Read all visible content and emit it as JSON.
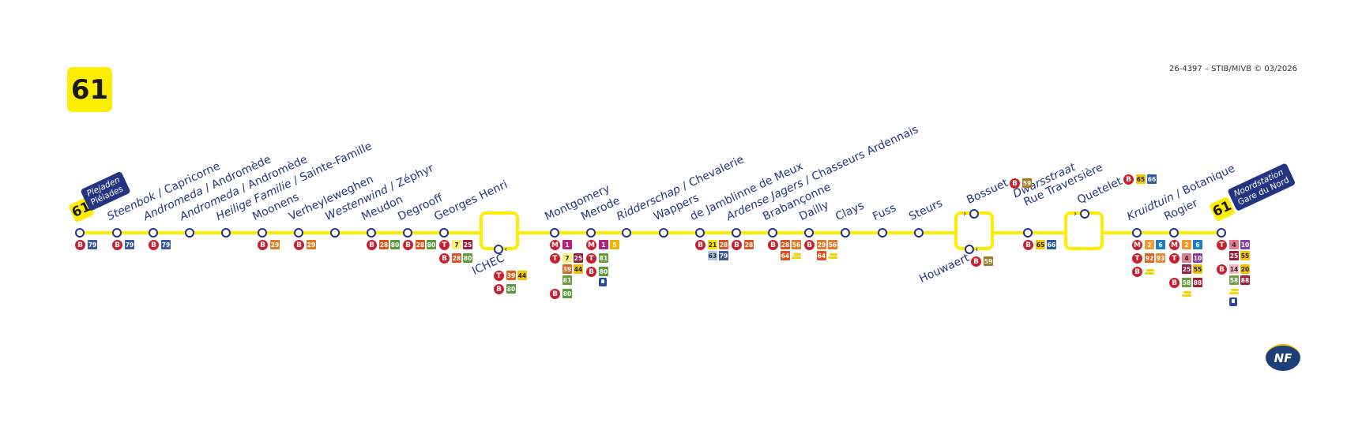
{
  "route_number": "61",
  "copyright": "26-4397 – STIB/MIVB © 03/2026",
  "certification_logo": "NF Service",
  "termini": {
    "start": {
      "nl": "Plejaden",
      "fr": "Pléiades"
    },
    "end": {
      "nl": "Noordstation",
      "fr": "Gare du Nord"
    }
  },
  "colors": {
    "line": "#ffed00",
    "text": "#233580",
    "mode": "#c8202f"
  },
  "line_colors": {
    "1": [
      "#b0247e",
      "#fff"
    ],
    "2": [
      "#f29a2e",
      "#fff"
    ],
    "4": [
      "#e07c8c",
      "#222"
    ],
    "5": [
      "#f0b400",
      "#fff"
    ],
    "6": [
      "#1a7ec1",
      "#fff"
    ],
    "7": [
      "#fff27a",
      "#222"
    ],
    "10": [
      "#8a3fa0",
      "#fff"
    ],
    "14": [
      "#f3b8c4",
      "#222"
    ],
    "20": [
      "#f5c400",
      "#222"
    ],
    "21": [
      "#f5e600",
      "#222"
    ],
    "25": [
      "#9c1c3c",
      "#fff"
    ],
    "28": [
      "#d9541e",
      "#fff"
    ],
    "29": [
      "#e07b2a",
      "#fff"
    ],
    "39": [
      "#e0621e",
      "#fff"
    ],
    "44": [
      "#f5c400",
      "#222"
    ],
    "55": [
      "#f5c400",
      "#222"
    ],
    "56": [
      "#e07b2a",
      "#fff"
    ],
    "58": [
      "#6aa040",
      "#fff"
    ],
    "59": [
      "#a07a20",
      "#fff"
    ],
    "63": [
      "#a9c6e8",
      "#222"
    ],
    "64": [
      "#d9541e",
      "#fff"
    ],
    "65": [
      "#f0c800",
      "#222"
    ],
    "66": [
      "#2b5aa0",
      "#fff"
    ],
    "79": [
      "#3d5a9e",
      "#fff"
    ],
    "80": [
      "#5a9a3a",
      "#fff"
    ],
    "81": [
      "#6a9a3a",
      "#fff"
    ],
    "88": [
      "#9c1c3c",
      "#fff"
    ],
    "92": [
      "#e0621e",
      "#fff"
    ],
    "93": [
      "#e88a2e",
      "#fff"
    ]
  },
  "stations": [
    {
      "nl": "",
      "fr": "",
      "rows": [
        {
          "mode": "B",
          "lines": [
            "79"
          ]
        }
      ]
    },
    {
      "nl": "Steenbok",
      "fr": "Capricorne",
      "rows": [
        {
          "mode": "B",
          "lines": [
            "79"
          ]
        }
      ]
    },
    {
      "nl": "Andromeda",
      "fr": "Andromède",
      "rows": [
        {
          "mode": "B",
          "lines": [
            "79"
          ]
        }
      ]
    },
    {
      "nl": "Andromeda",
      "fr": "Andromède",
      "rows": []
    },
    {
      "nl": "Heilige Familie",
      "fr": "Sainte-Famille",
      "rows": []
    },
    {
      "nl": "",
      "fr": "Moonens",
      "rows": [
        {
          "mode": "B",
          "lines": [
            "29"
          ]
        }
      ]
    },
    {
      "nl": "",
      "fr": "Verheyleweghen",
      "rows": [
        {
          "mode": "B",
          "lines": [
            "29"
          ]
        }
      ]
    },
    {
      "nl": "Westenwind",
      "fr": "Zéphyr",
      "rows": []
    },
    {
      "nl": "",
      "fr": "Meudon",
      "rows": [
        {
          "mode": "B",
          "lines": [
            "28",
            "80"
          ]
        }
      ]
    },
    {
      "nl": "",
      "fr": "Degrooff",
      "rows": [
        {
          "mode": "B",
          "lines": [
            "28",
            "80"
          ]
        }
      ]
    },
    {
      "nl": "",
      "fr": "Georges Henri",
      "rows": [
        {
          "mode": "T",
          "lines": [
            "7",
            "25"
          ]
        },
        {
          "mode": "B",
          "lines": [
            "28",
            "80"
          ]
        }
      ]
    },
    {
      "nl": "",
      "fr": "Montgomery",
      "rows": [
        {
          "mode": "M",
          "lines": [
            "1"
          ]
        },
        {
          "mode": "T",
          "lines": [
            "7",
            "25"
          ]
        },
        {
          "mode": "",
          "lines": [
            "39",
            "44"
          ]
        },
        {
          "mode": "",
          "lines": [
            "81"
          ]
        },
        {
          "mode": "B",
          "lines": [
            "80"
          ]
        }
      ]
    },
    {
      "nl": "",
      "fr": "Merode",
      "rows": [
        {
          "mode": "M",
          "lines": [
            "1",
            "5"
          ]
        },
        {
          "mode": "T",
          "lines": [
            "81"
          ]
        },
        {
          "mode": "B",
          "lines": [
            "80"
          ]
        },
        {
          "mode": "",
          "lines": [],
          "coach": true
        }
      ]
    },
    {
      "nl": "Ridderschap",
      "fr": "Chevalerie",
      "rows": []
    },
    {
      "nl": "",
      "fr": "Wappers",
      "rows": []
    },
    {
      "nl": "",
      "fr": "de Jamblinne de Meux",
      "rows": [
        {
          "mode": "B",
          "lines": [
            "21",
            "28"
          ]
        },
        {
          "mode": "",
          "lines": [
            "63",
            "79"
          ]
        }
      ]
    },
    {
      "nl": "Ardense Jagers",
      "fr": "Chasseurs Ardennais",
      "rows": [
        {
          "mode": "B",
          "lines": [
            "28"
          ]
        }
      ]
    },
    {
      "nl": "",
      "fr": "Brabançonne",
      "rows": [
        {
          "mode": "B",
          "lines": [
            "28",
            "56"
          ]
        },
        {
          "mode": "",
          "lines": [
            "64"
          ],
          "train": true
        }
      ]
    },
    {
      "nl": "",
      "fr": "Dailly",
      "rows": [
        {
          "mode": "B",
          "lines": [
            "29",
            "56"
          ]
        },
        {
          "mode": "",
          "lines": [
            "64"
          ],
          "train": true
        }
      ]
    },
    {
      "nl": "",
      "fr": "Clays",
      "rows": []
    },
    {
      "nl": "",
      "fr": "Fuss",
      "rows": []
    },
    {
      "nl": "",
      "fr": "Steurs",
      "rows": []
    },
    {
      "nl": "Dwarsstraat",
      "fr": "Rue Traversière",
      "two_line": true,
      "rows": [
        {
          "mode": "B",
          "lines": [
            "65",
            "66"
          ]
        }
      ]
    },
    {
      "nl": "Kruidtuin",
      "fr": "Botanique",
      "rows": [
        {
          "mode": "M",
          "lines": [
            "2",
            "6"
          ]
        },
        {
          "mode": "T",
          "lines": [
            "92",
            "93"
          ]
        },
        {
          "mode": "B",
          "lines": [],
          "train": true
        }
      ]
    },
    {
      "nl": "",
      "fr": "Rogier",
      "rows": [
        {
          "mode": "M",
          "lines": [
            "2",
            "6"
          ]
        },
        {
          "mode": "T",
          "lines": [
            "4",
            "10"
          ]
        },
        {
          "mode": "",
          "lines": [
            "25",
            "55"
          ]
        },
        {
          "mode": "B",
          "lines": [
            "58",
            "88"
          ]
        },
        {
          "mode": "",
          "lines": [],
          "train": true
        }
      ]
    },
    {
      "nl": "",
      "fr": "",
      "rows": [
        {
          "mode": "T",
          "lines": [
            "4",
            "10"
          ]
        },
        {
          "mode": "",
          "lines": [
            "25",
            "55"
          ]
        },
        {
          "mode": "B",
          "lines": [
            "14",
            "20"
          ]
        },
        {
          "mode": "",
          "lines": [
            "58",
            "88"
          ]
        },
        {
          "mode": "",
          "lines": [],
          "train": true
        },
        {
          "mode": "",
          "lines": [],
          "coach": true
        }
      ]
    }
  ],
  "loop_stops": [
    {
      "fr": "ICHEC",
      "direction": "left",
      "rows": [
        {
          "mode": "T",
          "lines": [
            "39",
            "44"
          ]
        },
        {
          "mode": "B",
          "lines": [
            "80"
          ]
        }
      ]
    },
    {
      "fr": "Bossuet",
      "direction": "right",
      "inline": {
        "mode": "B",
        "lines": [
          "59"
        ]
      }
    },
    {
      "fr": "Houwaert",
      "direction": "left",
      "inline": {
        "mode": "B",
        "lines": [
          "59"
        ]
      }
    },
    {
      "fr": "Quetelet",
      "direction": "right",
      "inline": {
        "mode": "B",
        "lines": [
          "65",
          "66"
        ]
      }
    }
  ]
}
